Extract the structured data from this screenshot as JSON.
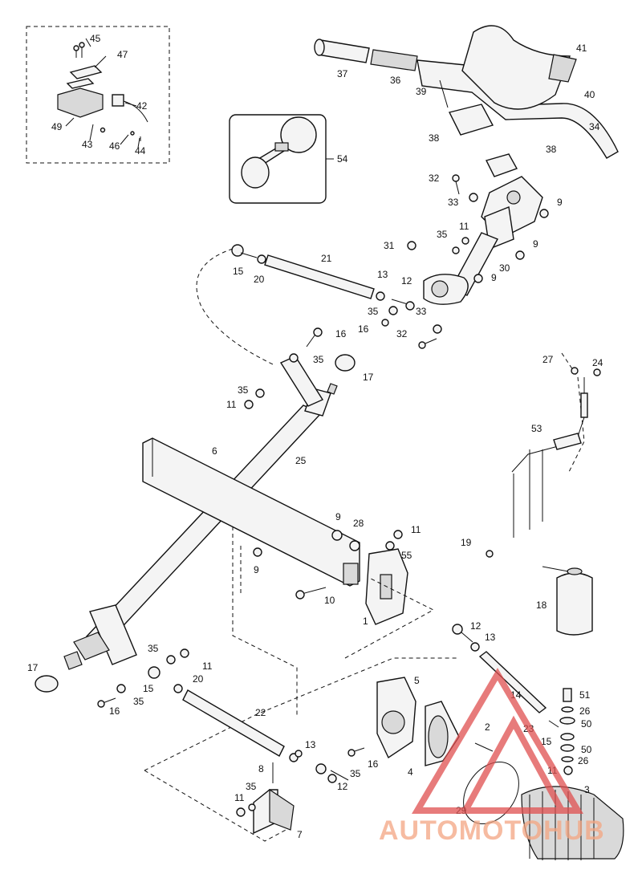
{
  "labels": {
    "l45": "45",
    "l47": "47",
    "l42": "42",
    "l49": "49",
    "l43": "43",
    "l46": "46",
    "l44": "44",
    "l54": "54",
    "l37": "37",
    "l36": "36",
    "l39": "39",
    "l41": "41",
    "l40": "40",
    "l34": "34",
    "l38a": "38",
    "l38b": "38",
    "l32a": "32",
    "l33a": "33",
    "l9a": "9",
    "l11a": "11",
    "l35a": "35",
    "l31": "31",
    "l9b": "9",
    "l30": "30",
    "l9c": "9",
    "l21": "21",
    "l15a": "15",
    "l20a": "20",
    "l13a": "13",
    "l12a": "12",
    "l35b": "35",
    "l33b": "33",
    "l16a": "16",
    "l32b": "32",
    "l16b": "16",
    "l35c": "35",
    "l17a": "17",
    "l35d": "35",
    "l11b": "11",
    "l27": "27",
    "l24": "24",
    "l53": "53",
    "l25": "25",
    "l6": "6",
    "l9d": "9",
    "l28": "28",
    "l11c": "11",
    "l55": "55",
    "l9e": "9",
    "l19": "19",
    "l10": "10",
    "l1": "1",
    "l18": "18",
    "l12b": "12",
    "l13b": "13",
    "l17b": "17",
    "l35e": "35",
    "l11d": "11",
    "l20b": "20",
    "l15b": "15",
    "l35f": "35",
    "l16c": "16",
    "l5": "5",
    "l14": "14",
    "l51": "51",
    "l26a": "26",
    "l50a": "50",
    "l23": "23",
    "l15c": "15",
    "l50b": "50",
    "l26b": "26",
    "l22": "22",
    "l2": "2",
    "l13c": "13",
    "l16d": "16",
    "l8": "8",
    "l35g": "35",
    "l12c": "12",
    "l4": "4",
    "l11e": "11",
    "l3": "3",
    "l29": "29",
    "l11f": "11",
    "l35h": "35",
    "l7": "7"
  },
  "watermark": {
    "text": "AUTOMOTOHUB",
    "color_primary": "#f4a582",
    "color_logo": "#e05050"
  }
}
